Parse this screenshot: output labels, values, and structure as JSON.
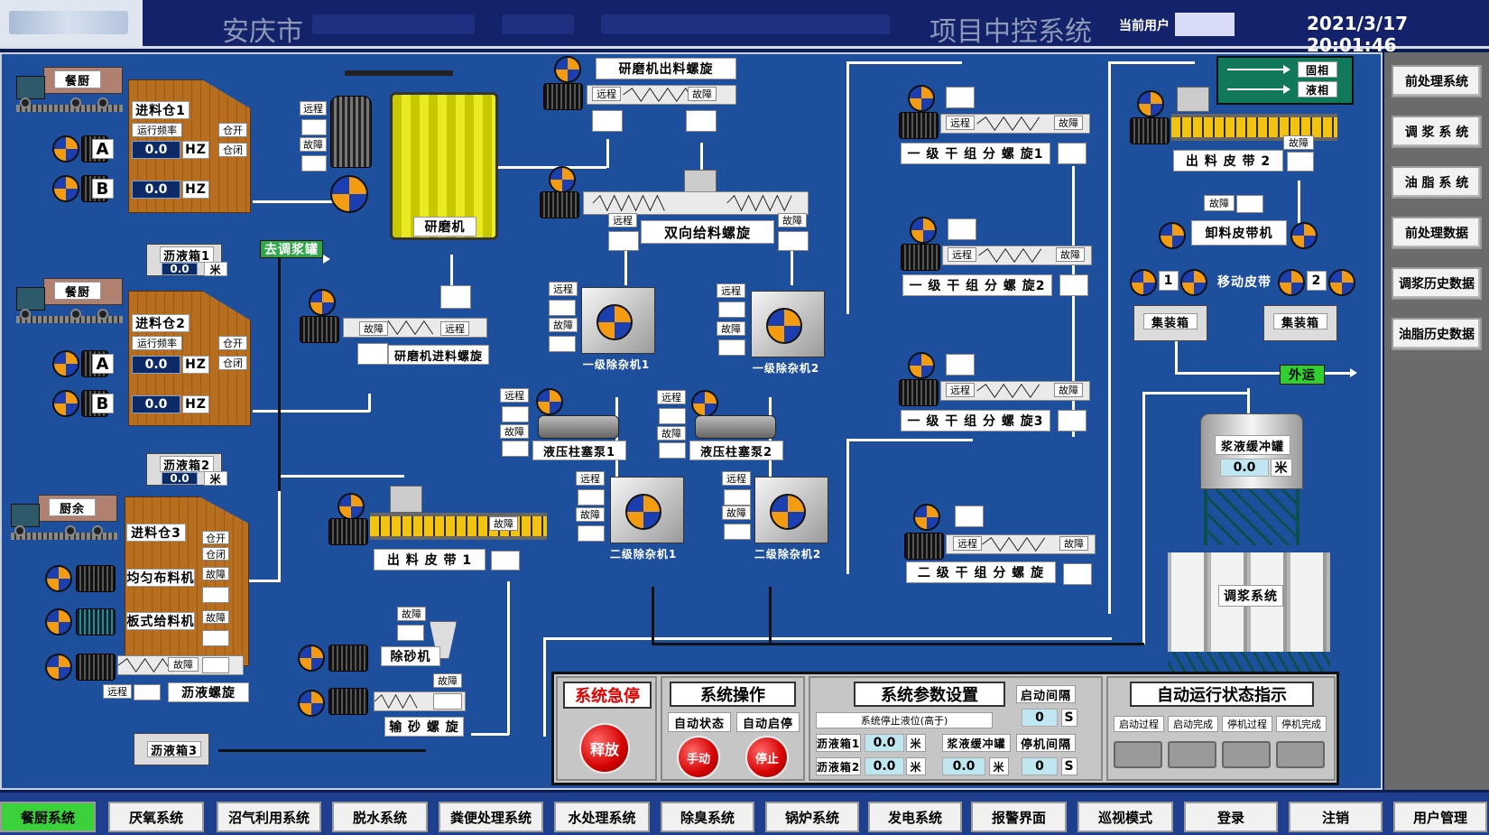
{
  "header": {
    "title_left": "安庆市",
    "title_right": "项目中控系统",
    "user_label": "当前用户",
    "datetime": "2021/3/17 20:01:46"
  },
  "common": {
    "remote": "远程",
    "fault": "故障",
    "open": "仓开",
    "close": "仓闭",
    "freq": "运行频率",
    "hz": "HZ",
    "meter": "米",
    "s": "S",
    "zero": "0.0",
    "zero_int": "0"
  },
  "bins": [
    {
      "truck": "餐厨",
      "name": "进料仓1",
      "a": "A",
      "b": "B",
      "a_val": "0.0",
      "b_val": "0.0",
      "tank": "沥液箱1",
      "tank_val": "0.0"
    },
    {
      "truck": "餐厨",
      "name": "进料仓2",
      "a": "A",
      "b": "B",
      "a_val": "0.0",
      "b_val": "0.0",
      "tank": "沥液箱2",
      "tank_val": "0.0"
    },
    {
      "truck": "厨余",
      "name": "进料仓3",
      "tank": "沥液箱3"
    }
  ],
  "bin3": {
    "distributor": "均匀布料机",
    "plate_feeder": "板式给料机",
    "drain_screw": "沥液螺旋"
  },
  "to_slurry": "去调浆罐",
  "grinder": {
    "name": "研磨机",
    "out_screw": "研磨机出料螺旋",
    "in_screw": "研磨机进料螺旋"
  },
  "twin_screw": "双向给料螺旋",
  "impurity": [
    "一级除杂机1",
    "一级除杂机2",
    "二级除杂机1",
    "二级除杂机2"
  ],
  "pumps": [
    "液压柱塞泵1",
    "液压柱塞泵2"
  ],
  "belt1": "出 料 皮 带 1",
  "desander": "除砂机",
  "sand_screw": "输 砂 螺 旋",
  "dry_screws": [
    "一 级 干 组 分 螺 旋1",
    "一 级 干 组 分 螺 旋2",
    "一 级 干 组 分 螺 旋3",
    "二 级 干 组 分 螺 旋"
  ],
  "legend": {
    "solid": "固相",
    "liquid": "液相"
  },
  "belt2": "出 料 皮 带 2",
  "unload_belt": "卸料皮带机",
  "moving_belt": "移动皮带",
  "n1": "1",
  "n2": "2",
  "container": "集装箱",
  "ship_out": "外运",
  "buffer": {
    "name": "浆液缓冲罐",
    "val": "0.0"
  },
  "slurry_system": "调浆系统",
  "panel": {
    "estop": "系统急停",
    "release": "释放",
    "ops": "系统操作",
    "auto_state": "自动状态",
    "auto_start": "自动启停",
    "manual": "手动",
    "stop": "停止",
    "params": "系统参数设置",
    "stop_level": "系统停止液位(高于)",
    "tank1": "沥液箱1",
    "tank2": "沥液箱2",
    "buffer": "浆液缓冲罐",
    "start_interval": "启动间隔",
    "stop_interval": "停机间隔",
    "auto_status": "自动运行状态指示",
    "steps": [
      "启动过程",
      "启动完成",
      "停机过程",
      "停机完成"
    ]
  },
  "right_nav": [
    "前处理系统",
    "调 浆 系 统",
    "油 脂 系 统",
    "前处理数据",
    "调浆历史数据",
    "油脂历史数据"
  ],
  "bottom_nav": [
    "餐厨系统",
    "厌氧系统",
    "沼气利用系统",
    "脱水系统",
    "粪便处理系统",
    "水处理系统",
    "除臭系统",
    "锅炉系统",
    "发电系统",
    "报警界面",
    "巡视模式",
    "登录",
    "注销",
    "用户管理"
  ],
  "colors": {
    "background": "#1e4f9c",
    "header": "#13226b",
    "active_nav": "#3ad13a",
    "rotor_a": "#f39c12",
    "rotor_b": "#1b3fb0",
    "estop_text": "#e00000",
    "out_label": "#2fd02f"
  }
}
